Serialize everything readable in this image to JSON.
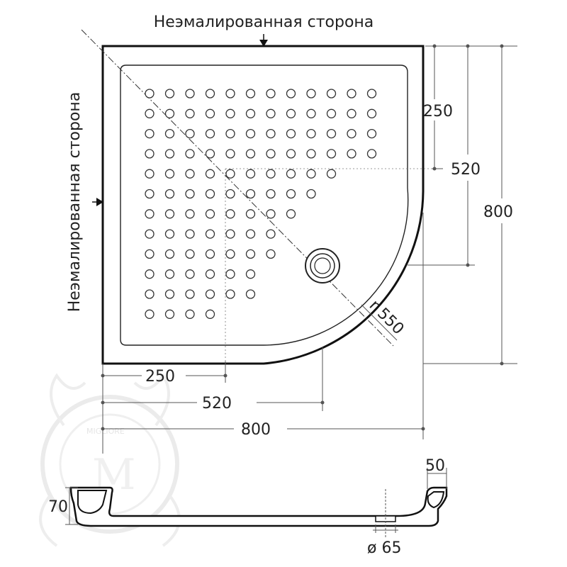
{
  "labels": {
    "top_side": "Неэмалированная сторона",
    "left_side": "Неэмалированная сторона",
    "watermark": "MIGLIORE"
  },
  "dimensions": {
    "right_250": "250",
    "right_520": "520",
    "right_800": "800",
    "radius": "r 550",
    "bottom_250": "250",
    "bottom_520": "520",
    "bottom_800": "800",
    "profile_depth": "70",
    "profile_rim": "50",
    "drain_diameter": "ø 65"
  },
  "anti_slip_grid": {
    "rows": 12,
    "columns": 12,
    "per_row": [
      12,
      12,
      12,
      12,
      10,
      9,
      8,
      7,
      7,
      6,
      6,
      4
    ]
  },
  "colors": {
    "outline": "#111111",
    "dimension": "#555555",
    "watermark": "#dddddd"
  }
}
